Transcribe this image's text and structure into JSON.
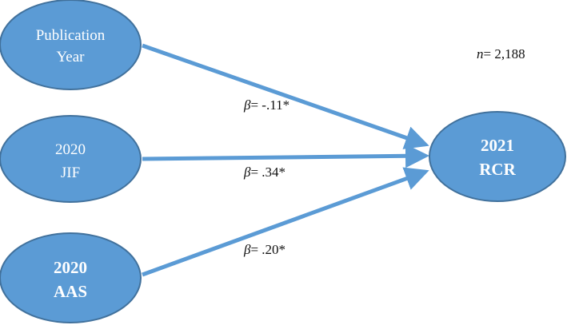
{
  "colors": {
    "node_fill": "#5B9BD5",
    "node_stroke": "#41719C",
    "arrow": "#5B9BD5",
    "text_dark": "#111111",
    "text_light": "#ffffff"
  },
  "nodes": [
    {
      "id": "pub_year",
      "lines": [
        "Publication",
        "Year"
      ],
      "bold": false
    },
    {
      "id": "jif",
      "lines": [
        "2020",
        "JIF"
      ],
      "bold": false
    },
    {
      "id": "aas",
      "lines": [
        "2020",
        "AAS"
      ],
      "bold": true
    },
    {
      "id": "rcr",
      "lines": [
        "2021",
        "RCR"
      ],
      "bold": true
    }
  ],
  "paths": [
    {
      "from": "pub_year",
      "to": "rcr",
      "symbol": "β",
      "value": "= -.11*"
    },
    {
      "from": "jif",
      "to": "rcr",
      "symbol": "β",
      "value": "= .34*"
    },
    {
      "from": "aas",
      "to": "rcr",
      "symbol": "β",
      "value": "= .20*"
    }
  ],
  "sample": {
    "symbol": "n",
    "value": "= 2,188"
  }
}
